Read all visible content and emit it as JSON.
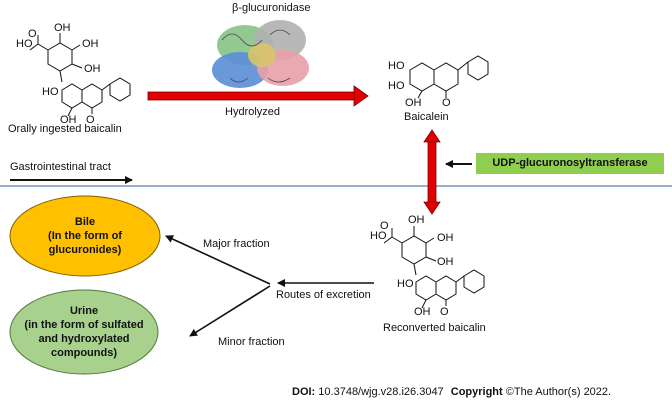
{
  "top_labels": {
    "enzyme": "β-glucuronidase",
    "hydrolyzed": "Hydrolyzed",
    "orally_ingested": "Orally ingested baicalin",
    "baicalein": "Baicalein",
    "gi_tract": "Gastrointestinal tract",
    "ugt": "UDP-glucuronosyltransferase"
  },
  "bottom_labels": {
    "reconverted": "Reconverted baicalin",
    "routes": "Routes of excretion",
    "major": "Major fraction",
    "minor": "Minor fraction"
  },
  "bile": {
    "line1": "Bile",
    "line2": "(In the form of",
    "line3": "glucuronides)"
  },
  "urine": {
    "line1": "Urine",
    "line2": "(in the form of sulfated",
    "line3": "and hydroxylated",
    "line4": "compounds)"
  },
  "atoms": {
    "HO": "HO",
    "OH": "OH",
    "O": "O"
  },
  "footer": {
    "doi_label": "DOI:",
    "doi_value": "10.3748/wjg.v28.i26.3047",
    "copyright_label": "Copyright",
    "copyright_value": "©The Author(s) 2022."
  },
  "colors": {
    "red_arrow": "#e00000",
    "bile_fill": "#ffc000",
    "urine_fill": "#a9d18e",
    "ugt_fill": "#8fce4e",
    "separator": "#5b7fa6"
  }
}
